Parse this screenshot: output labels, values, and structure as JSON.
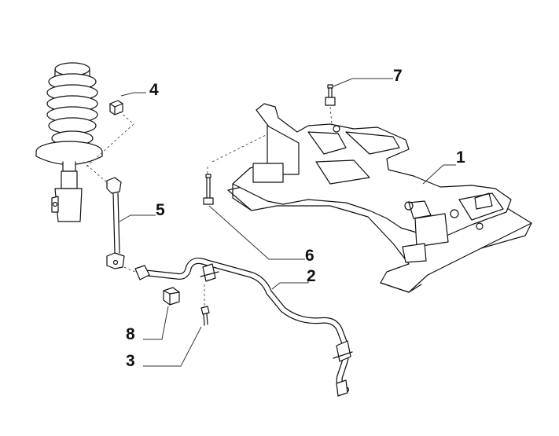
{
  "diagram": {
    "callouts": [
      {
        "id": "1",
        "label": "1",
        "part": "subframe"
      },
      {
        "id": "2",
        "label": "2",
        "part": "stabilizer-bar"
      },
      {
        "id": "3",
        "label": "3",
        "part": "clamp-bolt"
      },
      {
        "id": "4",
        "label": "4",
        "part": "nut"
      },
      {
        "id": "5",
        "label": "5",
        "part": "stabilizer-link"
      },
      {
        "id": "6",
        "label": "6",
        "part": "subframe-bolt"
      },
      {
        "id": "7",
        "label": "7",
        "part": "subframe-bolt-upper"
      },
      {
        "id": "8",
        "label": "8",
        "part": "bar-bushing"
      }
    ],
    "line_color": "#111111",
    "leader_color": "#333333"
  }
}
